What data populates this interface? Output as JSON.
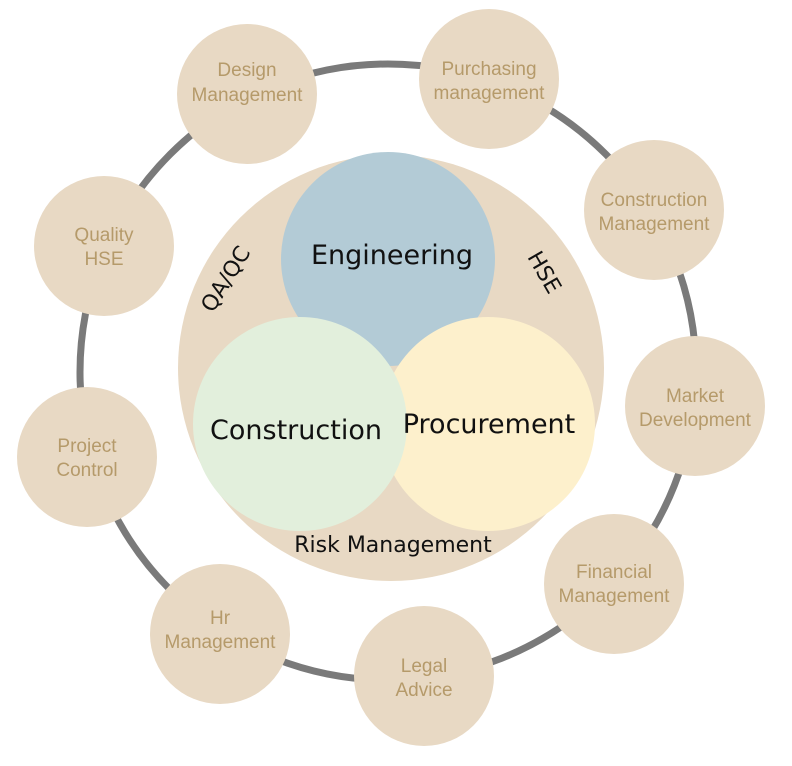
{
  "colors": {
    "ring": "#7a7a7a",
    "satellite_fill": "#e8d9c4",
    "satellite_text": "#b59a6a",
    "big_circle": "#e8d9c4",
    "engineering": "#b3cbd6",
    "construction": "#e2efdc",
    "procurement": "#fdf0cc"
  },
  "satellites": [
    {
      "line1": "Design",
      "line2": "Management"
    },
    {
      "line1": "Purchasing",
      "line2": "management"
    },
    {
      "line1": "Construction",
      "line2": "Management"
    },
    {
      "line1": "Market",
      "line2": "Development"
    },
    {
      "line1": "Financial",
      "line2": "Management"
    },
    {
      "line1": "Legal",
      "line2": "Advice"
    },
    {
      "line1": "Hr",
      "line2": "Management"
    },
    {
      "line1": "Project",
      "line2": "Control"
    },
    {
      "line1": "Quality",
      "line2": "HSE"
    }
  ],
  "core": {
    "engineering": "Engineering",
    "construction": "Construction",
    "procurement": "Procurement"
  },
  "ring_labels": {
    "qa_qc": "QA/QC",
    "hse": "HSE",
    "risk": "Risk Management"
  }
}
